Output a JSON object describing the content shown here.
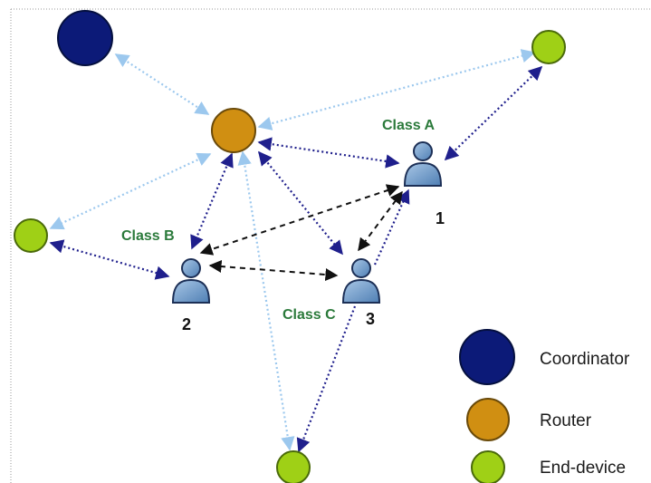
{
  "nodes": {
    "coordinator": {
      "type": "coordinator"
    },
    "router": {
      "type": "router"
    },
    "end_top_right": {
      "type": "end-device"
    },
    "end_left": {
      "type": "end-device"
    },
    "end_bottom": {
      "type": "end-device"
    }
  },
  "users": {
    "u1": {
      "class_label": "Class A",
      "number": "1"
    },
    "u2": {
      "class_label": "Class B",
      "number": "2"
    },
    "u3": {
      "class_label": "Class C",
      "number": "3"
    }
  },
  "legend": [
    {
      "label": "Coordinator",
      "color": "#0c1a78"
    },
    {
      "label": "Router",
      "color": "#d08f12"
    },
    {
      "label": "End-device",
      "color": "#9fd016"
    }
  ],
  "colors": {
    "coordinator": "#0c1a78",
    "router": "#d08f12",
    "end_device": "#9fd016",
    "class_label": "#2b7a3b",
    "light_link": "#9cc8ee",
    "dark_link": "#1f1f8c",
    "dashed_link": "#111111",
    "user_icon": "#6c97c4"
  }
}
